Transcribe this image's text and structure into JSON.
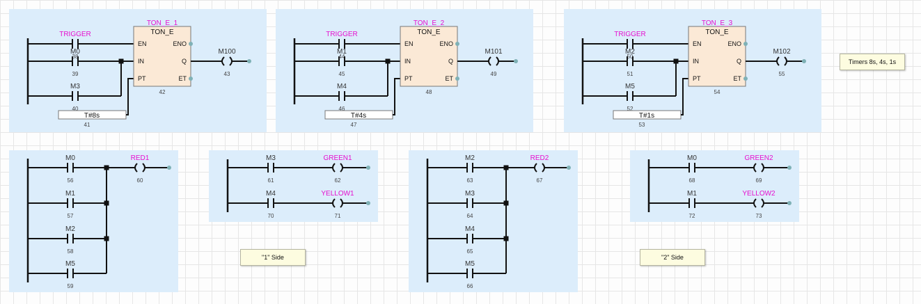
{
  "networks": [
    {
      "id": "timer1",
      "fb": {
        "instance": "TON_E_1",
        "type": "TON_E",
        "num": "42",
        "pins_in": [
          "EN",
          "IN",
          "PT"
        ],
        "pins_out": [
          "ENO",
          "Q",
          "ET"
        ]
      },
      "contacts": [
        {
          "var": "TRIGGER",
          "num": "38"
        },
        {
          "var": "M0",
          "num": "39"
        },
        {
          "var": "M3",
          "num": "40"
        }
      ],
      "const": {
        "value": "T#8s",
        "num": "41"
      },
      "coil": {
        "var": "M100",
        "num": "43"
      }
    },
    {
      "id": "timer2",
      "fb": {
        "instance": "TON_E_2",
        "type": "TON_E",
        "num": "48",
        "pins_in": [
          "EN",
          "IN",
          "PT"
        ],
        "pins_out": [
          "ENO",
          "Q",
          "ET"
        ]
      },
      "contacts": [
        {
          "var": "TRIGGER",
          "num": "44"
        },
        {
          "var": "M1",
          "num": "45"
        },
        {
          "var": "M4",
          "num": "46"
        }
      ],
      "const": {
        "value": "T#4s",
        "num": "47"
      },
      "coil": {
        "var": "M101",
        "num": "49"
      }
    },
    {
      "id": "timer3",
      "fb": {
        "instance": "TON_E_3",
        "type": "TON_E",
        "num": "54",
        "pins_in": [
          "EN",
          "IN",
          "PT"
        ],
        "pins_out": [
          "ENO",
          "Q",
          "ET"
        ]
      },
      "contacts": [
        {
          "var": "TRIGGER",
          "num": "50"
        },
        {
          "var": "M2",
          "num": "51"
        },
        {
          "var": "M5",
          "num": "52"
        }
      ],
      "const": {
        "value": "T#1s",
        "num": "53"
      },
      "coil": {
        "var": "M102",
        "num": "55"
      }
    },
    {
      "id": "red1",
      "contacts": [
        {
          "var": "M0",
          "num": "56"
        },
        {
          "var": "M1",
          "num": "57"
        },
        {
          "var": "M2",
          "num": "58"
        },
        {
          "var": "M5",
          "num": "59"
        }
      ],
      "coil": {
        "var": "RED1",
        "num": "60"
      }
    },
    {
      "id": "side1",
      "rungs": [
        {
          "contact": {
            "var": "M3",
            "num": "61"
          },
          "coil": {
            "var": "GREEN1",
            "num": "62"
          }
        },
        {
          "contact": {
            "var": "M4",
            "num": "70"
          },
          "coil": {
            "var": "YELLOW1",
            "num": "71"
          }
        }
      ]
    },
    {
      "id": "red2",
      "contacts": [
        {
          "var": "M2",
          "num": "63"
        },
        {
          "var": "M3",
          "num": "64"
        },
        {
          "var": "M4",
          "num": "65"
        },
        {
          "var": "M5",
          "num": "66"
        }
      ],
      "coil": {
        "var": "RED2",
        "num": "67"
      }
    },
    {
      "id": "side2",
      "rungs": [
        {
          "contact": {
            "var": "M0",
            "num": "68"
          },
          "coil": {
            "var": "GREEN2",
            "num": "69"
          }
        },
        {
          "contact": {
            "var": "M1",
            "num": "72"
          },
          "coil": {
            "var": "YELLOW2",
            "num": "73"
          }
        }
      ]
    }
  ],
  "comments": {
    "timers": "Timers 8s, 4s, 1s",
    "side1": "\"1\" Side",
    "side2": "\"2\" Side"
  },
  "colors": {
    "region": "#dcedfb",
    "pink_label": "#e60fcf",
    "fb_body": "#fbe9d6",
    "pin_dot": "#7fb1b6",
    "comment_bg": "#fdfce0"
  }
}
